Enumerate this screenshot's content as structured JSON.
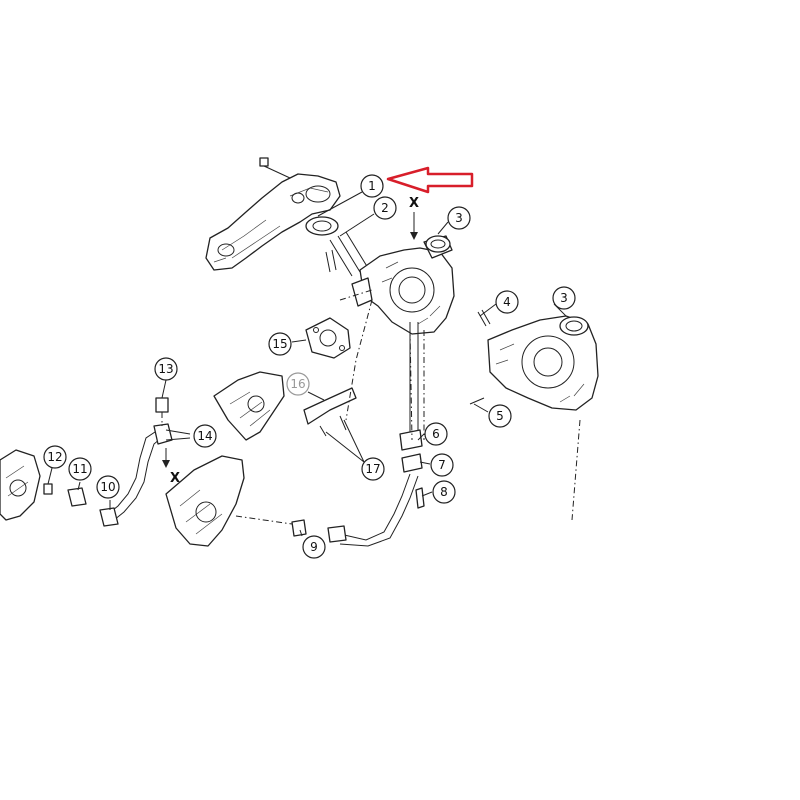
{
  "callouts": {
    "c1": "1",
    "c2": "2",
    "c3a": "3",
    "c3b": "3",
    "c4": "4",
    "c5": "5",
    "c6": "6",
    "c7": "7",
    "c8": "8",
    "c9": "9",
    "c10": "10",
    "c11": "11",
    "c12": "12",
    "c13": "13",
    "c14": "14",
    "c15": "15",
    "c16": "16",
    "c17": "17"
  },
  "markers": {
    "x_top": "X",
    "x_left": "X"
  },
  "colors": {
    "arrow": "#d81e2a",
    "line": "#222222",
    "faded_callout": "#999999"
  }
}
